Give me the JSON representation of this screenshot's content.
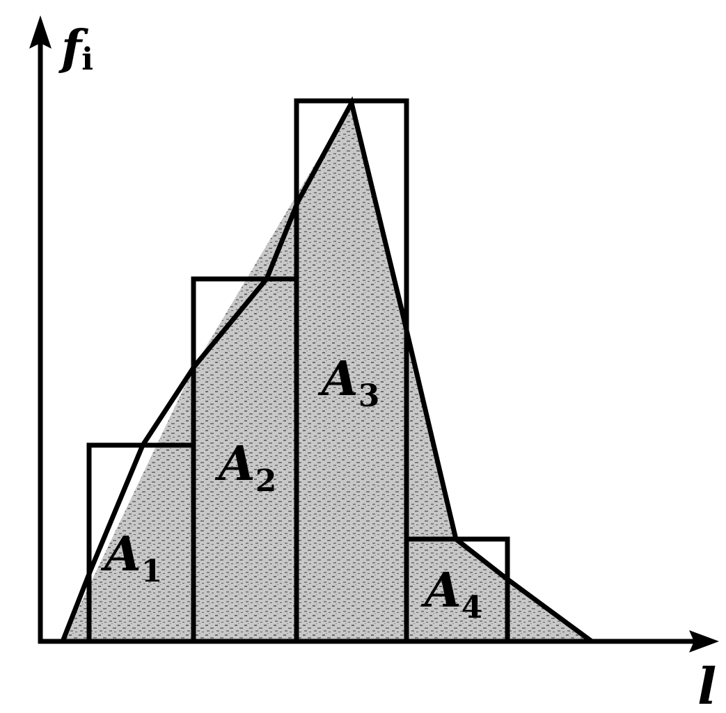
{
  "axes": {
    "y_label": "f",
    "y_label_sub": "i",
    "x_label": "l"
  },
  "regions": [
    {
      "label": "A",
      "sub": "1"
    },
    {
      "label": "A",
      "sub": "2"
    },
    {
      "label": "A",
      "sub": "3"
    },
    {
      "label": "A",
      "sub": "4"
    }
  ],
  "colors": {
    "ink": "#000000",
    "shade": "#9a9a9a",
    "background": "#ffffff"
  }
}
